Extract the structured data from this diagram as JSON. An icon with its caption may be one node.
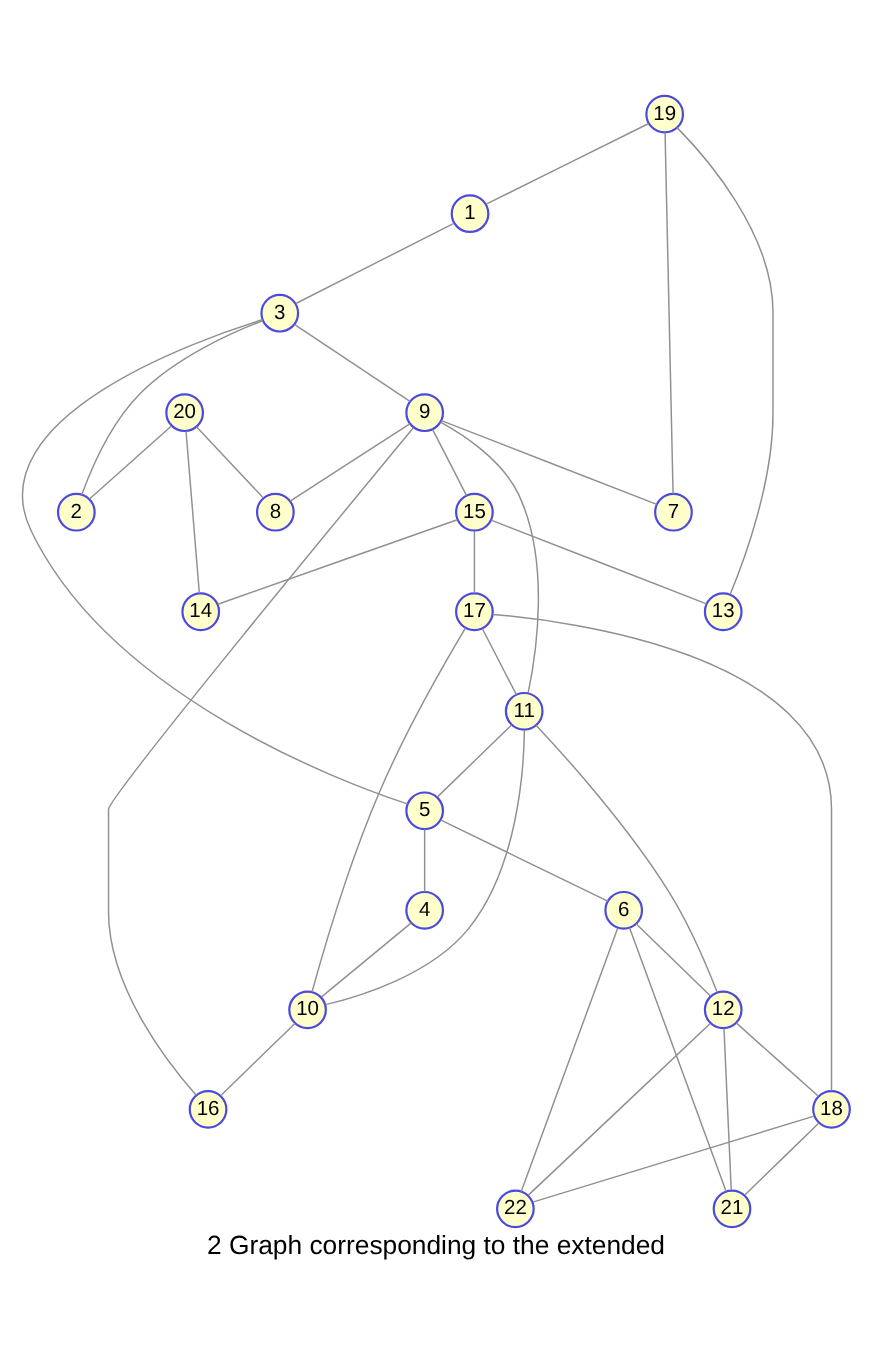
{
  "diagram": {
    "caption": "2 Graph corresponding to the extended",
    "nodes": [
      {
        "text": [
          "19"
        ]
      },
      {
        "text": [
          "1"
        ]
      },
      {
        "text": [
          "20"
        ]
      },
      {
        "text": [
          "3"
        ]
      },
      {
        "text": [
          "2"
        ]
      },
      {
        "text": [
          "9"
        ]
      },
      {
        "text": [
          "8"
        ]
      },
      {
        "text": [
          "15"
        ]
      },
      {
        "text": [
          "7"
        ]
      },
      {
        "text": [
          "14"
        ]
      },
      {
        "text": [
          "17"
        ]
      },
      {
        "text": [
          "13"
        ]
      },
      {
        "text": [
          "11"
        ]
      },
      {
        "text": [
          "5"
        ]
      },
      {
        "text": [
          "4"
        ]
      },
      {
        "text": [
          "6"
        ]
      },
      {
        "text": [
          "10"
        ]
      },
      {
        "text": [
          "12"
        ]
      },
      {
        "text": [
          "16"
        ]
      },
      {
        "text": [
          "18"
        ]
      },
      {
        "text": [
          "21"
        ]
      },
      {
        "text": [
          "22"
        ]
      }
    ],
    "edges": [
      {
        "from": 0,
        "to": 1,
        "arrow": "none"
      },
      {
        "from": 0,
        "to": 11,
        "arrow": "none"
      },
      {
        "from": 0,
        "to": 8,
        "arrow": "none"
      },
      {
        "from": 1,
        "to": 3,
        "arrow": "none"
      },
      {
        "from": 3,
        "to": 4,
        "arrow": "none"
      },
      {
        "from": 3,
        "to": 5,
        "arrow": "none"
      },
      {
        "from": 3,
        "to": 13,
        "arrow": "none"
      },
      {
        "from": 2,
        "to": 4,
        "arrow": "none"
      },
      {
        "from": 2,
        "to": 6,
        "arrow": "none"
      },
      {
        "from": 2,
        "to": 9,
        "arrow": "none"
      },
      {
        "from": 5,
        "to": 6,
        "arrow": "none"
      },
      {
        "from": 5,
        "to": 8,
        "arrow": "none"
      },
      {
        "from": 5,
        "to": 7,
        "arrow": "none"
      },
      {
        "from": 5,
        "to": 12,
        "arrow": "none"
      },
      {
        "from": 5,
        "to": 18,
        "arrow": "none"
      },
      {
        "from": 7,
        "to": 9,
        "arrow": "none"
      },
      {
        "from": 7,
        "to": 10,
        "arrow": "none"
      },
      {
        "from": 7,
        "to": 11,
        "arrow": "none"
      },
      {
        "from": 10,
        "to": 12,
        "arrow": "none"
      },
      {
        "from": 10,
        "to": 16,
        "arrow": "none"
      },
      {
        "from": 10,
        "to": 19,
        "arrow": "none"
      },
      {
        "from": 12,
        "to": 13,
        "arrow": "none"
      },
      {
        "from": 12,
        "to": 16,
        "arrow": "none"
      },
      {
        "from": 12,
        "to": 17,
        "arrow": "none"
      },
      {
        "from": 13,
        "to": 14,
        "arrow": "none"
      },
      {
        "from": 13,
        "to": 15,
        "arrow": "none"
      },
      {
        "from": 14,
        "to": 16,
        "arrow": "none"
      },
      {
        "from": 15,
        "to": 17,
        "arrow": "none"
      },
      {
        "from": 15,
        "to": 20,
        "arrow": "none"
      },
      {
        "from": 15,
        "to": 21,
        "arrow": "none"
      },
      {
        "from": 16,
        "to": 18,
        "arrow": "none"
      },
      {
        "from": 17,
        "to": 19,
        "arrow": "none"
      },
      {
        "from": 17,
        "to": 20,
        "arrow": "none"
      },
      {
        "from": 17,
        "to": 21,
        "arrow": "none"
      },
      {
        "from": 19,
        "to": 20,
        "arrow": "none"
      },
      {
        "from": 19,
        "to": 21,
        "arrow": "none"
      }
    ]
  }
}
